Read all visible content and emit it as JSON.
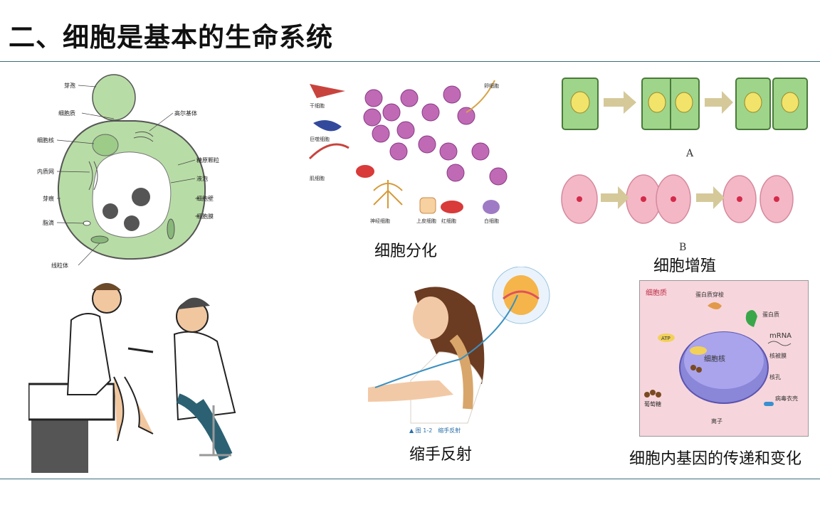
{
  "slide": {
    "title": "二、细胞是基本的生命系统"
  },
  "yeast": {
    "labels": [
      "芽孢",
      "细胞质",
      "细胞核",
      "内质网",
      "芽痕",
      "脂滴",
      "线粒体",
      "高尔基体",
      "糖原颗粒",
      "液泡",
      "细胞壁",
      "细胞膜"
    ]
  },
  "differentiation": {
    "caption": "细胞分化",
    "labels": [
      "干细胞",
      "卵细胞",
      "巨噬细胞",
      "神经细胞",
      "红细胞",
      "上皮细胞",
      "白细胞",
      "肌细胞"
    ]
  },
  "proliferation": {
    "caption": "细胞增殖",
    "label_a": "A",
    "label_b": "B"
  },
  "reflex": {
    "caption": "缩手反射",
    "figure_note": "▲ 图 1-2　缩手反射"
  },
  "gene": {
    "caption": "细胞内基因的传递和变化",
    "labels": {
      "cytoplasm": "细胞质",
      "protein_transit": "蛋白质穿梭",
      "protein": "蛋白质",
      "mrna": "mRNA",
      "atp": "ATP",
      "nucleus": "细胞核",
      "envelope": "核被膜",
      "pore": "核孔",
      "virus": "病毒衣壳",
      "glucose": "葡萄糖",
      "ion": "离子"
    }
  },
  "colors": {
    "rule": "#3b6e7a",
    "cell_green": "#a9d89a",
    "nucleus_yellow": "#f2e36b",
    "pink": "#f4b7c6",
    "nucleus_purple": "#7f7ad6"
  }
}
